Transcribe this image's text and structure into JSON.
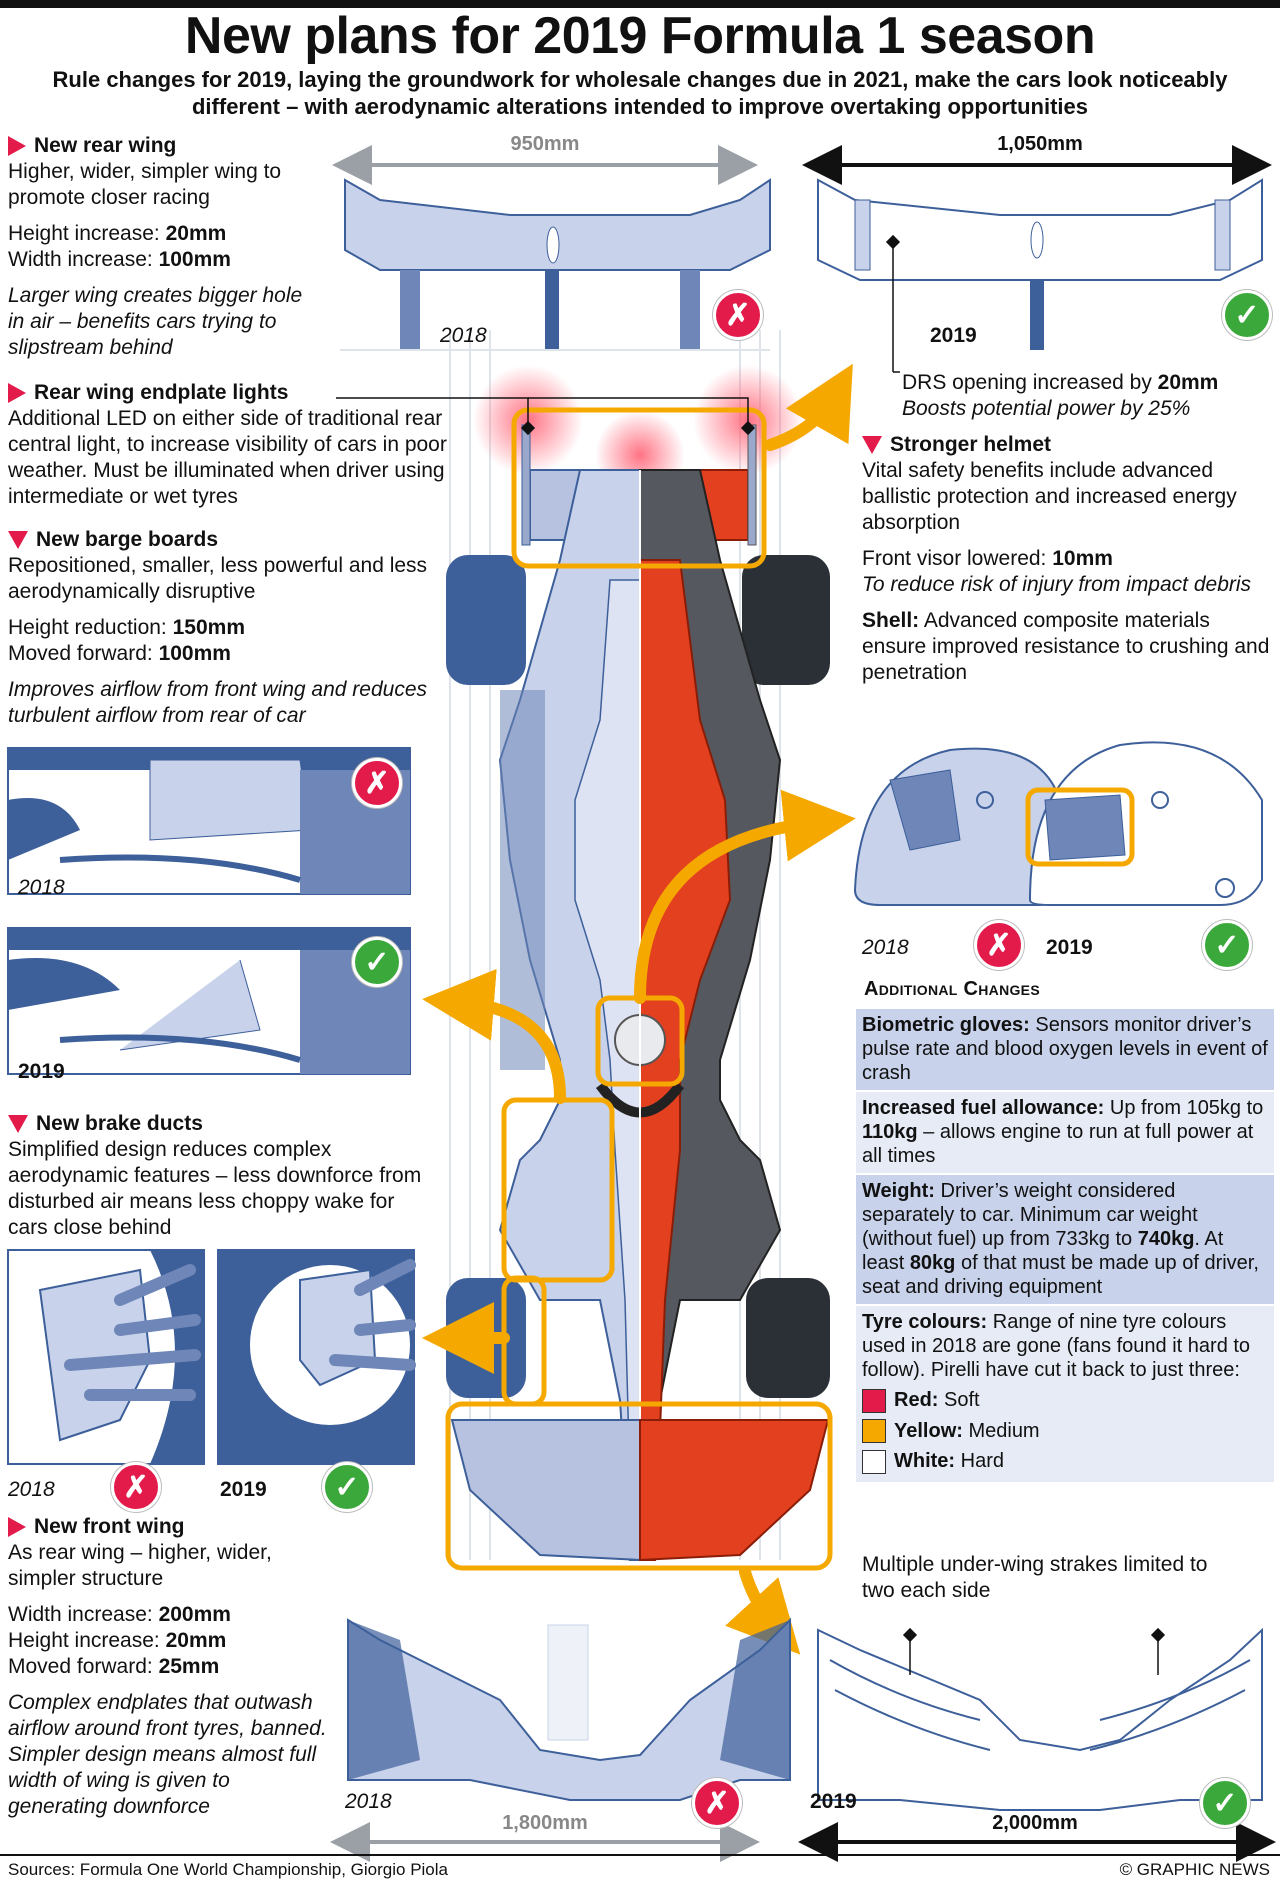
{
  "title": "New plans for 2019 Formula 1 season",
  "subtitle": "Rule changes for 2019, laying the groundwork for wholesale changes due in 2021, make the cars look noticeably different – with aerodynamic alterations intended to improve overtaking opportunities",
  "rear_wing": {
    "heading": "New rear wing",
    "desc": "Higher, wider, simpler wing to promote closer racing",
    "height_label": "Height increase: ",
    "height_value": "20mm",
    "width_label": "Width increase: ",
    "width_value": "100mm",
    "note": "Larger wing creates bigger hole in air – benefits cars trying to slipstream behind",
    "width_2018": "950mm",
    "width_2019": "1,050mm",
    "year_2018": "2018",
    "year_2019": "2019",
    "drs_text": "DRS opening increased by ",
    "drs_value": "20mm",
    "drs_note": "Boosts potential power by 25%"
  },
  "endplate": {
    "heading": "Rear wing endplate lights",
    "desc": "Additional LED on either side of traditional rear central light, to increase visibility of cars in poor weather. Must be illuminated when driver using intermediate or wet tyres"
  },
  "barge": {
    "heading": "New barge boards",
    "desc": "Repositioned, smaller, less powerful and less aerodynamically disruptive",
    "height_label": "Height reduction: ",
    "height_value": "150mm",
    "fwd_label": "Moved forward: ",
    "fwd_value": "100mm",
    "note": "Improves airflow from front wing and reduces turbulent airflow from rear of car",
    "year_2018": "2018",
    "year_2019": "2019"
  },
  "brake": {
    "heading": "New brake ducts",
    "desc": "Simplified design reduces complex aerodynamic features – less downforce from disturbed air means less choppy wake for cars close behind",
    "year_2018": "2018",
    "year_2019": "2019"
  },
  "front_wing": {
    "heading": "New front wing",
    "desc": "As rear wing – higher, wider, simpler structure",
    "width_label": "Width increase: ",
    "width_value": "200mm",
    "height_label": "Height increase: ",
    "height_value": "20mm",
    "fwd_label": "Moved forward: ",
    "fwd_value": "25mm",
    "note": "Complex endplates that outwash airflow around front tyres, banned. Simpler design means almost full width of wing is given to generating downforce",
    "strakes": "Multiple under-wing strakes limited to two each side",
    "width_2018": "1,800mm",
    "width_2019": "2,000mm",
    "year_2018": "2018",
    "year_2019": "2019"
  },
  "helmet": {
    "heading": "Stronger helmet",
    "desc": "Vital safety benefits include advanced ballistic protection and increased energy absorption",
    "visor_label": "Front visor lowered: ",
    "visor_value": "10mm",
    "visor_note": "To reduce risk of injury from impact debris",
    "shell_label": "Shell:",
    "shell_text": " Advanced composite materials ensure improved resistance to crushing and penetration",
    "year_2018": "2018",
    "year_2019": "2019"
  },
  "additional": {
    "heading": "Additional Changes",
    "gloves_label": "Biometric gloves:",
    "gloves_text": " Sensors monitor driver’s pulse rate and blood oxygen levels in event of crash",
    "fuel_label": "Increased fuel allowance:",
    "fuel_text1": " Up from 105kg to ",
    "fuel_value": "110kg",
    "fuel_text2": " – allows engine to run at full power at all times",
    "weight_label": "Weight:",
    "weight_text1": " Driver’s weight considered separately to car. Minimum car weight (without fuel) up from 733kg to ",
    "weight_value": "740kg",
    "weight_text2": ". At least ",
    "weight_value2": "80kg",
    "weight_text3": " of that must be made up of driver, seat and driving equipment",
    "tyre_label": "Tyre colours:",
    "tyre_text": " Range of nine tyre colours used in 2018 are gone (fans found it hard to follow). Pirelli have cut it back to just three:",
    "tyres": [
      {
        "name": "Red:",
        "type": " Soft",
        "color": "#e31b4b"
      },
      {
        "name": "Yellow:",
        "type": " Medium",
        "color": "#f5a800"
      },
      {
        "name": "White:",
        "type": " Hard",
        "color": "#ffffff"
      }
    ]
  },
  "colors": {
    "accent_red": "#e31b4b",
    "highlight": "#f5a800",
    "blue": "#3d5f9a",
    "pale_blue": "#c8d2ea",
    "car_red": "#e3401f",
    "good": "#3aa83a"
  },
  "badges": {
    "bad": "✗",
    "good": "✓"
  },
  "footer": {
    "sources": "Sources: Formula One World Championship, Giorgio Piola",
    "credit": "© GRAPHIC NEWS"
  }
}
